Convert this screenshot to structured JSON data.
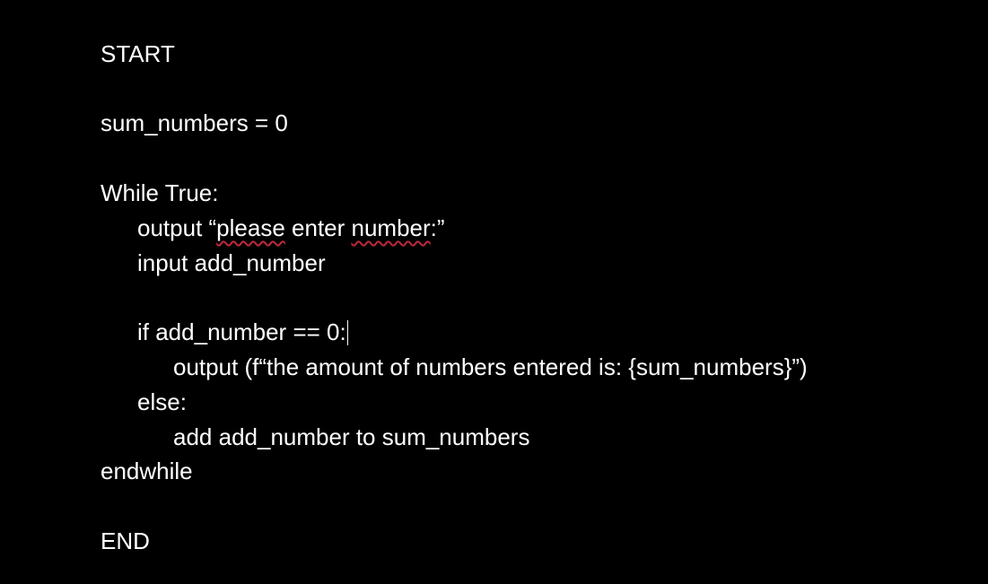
{
  "document": {
    "lines": {
      "start": "START",
      "init": "sum_numbers = 0",
      "while": "While True:",
      "output_prefix": "output “",
      "output_word1": "please",
      "output_mid": " enter ",
      "output_word2": "number",
      "output_suffix": ":”",
      "input": "input add_number",
      "if": "if add_number == 0:",
      "if_output": "output (f“the amount of numbers entered is: {sum_numbers}”)",
      "else": "else:",
      "else_body": "add add_number to sum_numbers",
      "endwhile": "endwhile",
      "end": "END"
    },
    "spellcheck_color": "#c0283c",
    "text_color": "#ffffff",
    "background_color": "#000000"
  }
}
